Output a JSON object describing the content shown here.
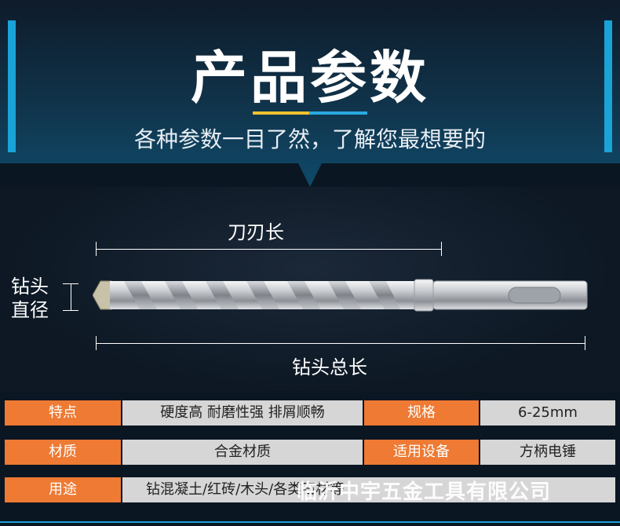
{
  "header": {
    "title": "产品参数",
    "subtitle": "各种参数一目了然，了解您最想要的"
  },
  "diagram": {
    "blade_length_label": "刀刃长",
    "total_length_label": "钻头总长",
    "diameter_label_line1": "钻头",
    "diameter_label_line2": "直径"
  },
  "specs": {
    "row1": {
      "key1": "特点",
      "val1": "硬度高 耐磨性强 排屑顺畅",
      "key2": "规格",
      "val2": "6-25mm"
    },
    "row2": {
      "key1": "材质",
      "val1": "合金材质",
      "key2": "适用设备",
      "val2": "方柄电锤"
    },
    "row3": {
      "key1": "用途",
      "val1": "钻混凝土/红砖/木头/各类石材等"
    }
  },
  "watermark": "临沂中宇五金工具有限公司",
  "colors": {
    "accent_orange": "#ee7a33",
    "accent_blue": "#1aa3d6",
    "accent_yellow": "#f2c12e",
    "cell_gray": "#d6d6d6"
  }
}
